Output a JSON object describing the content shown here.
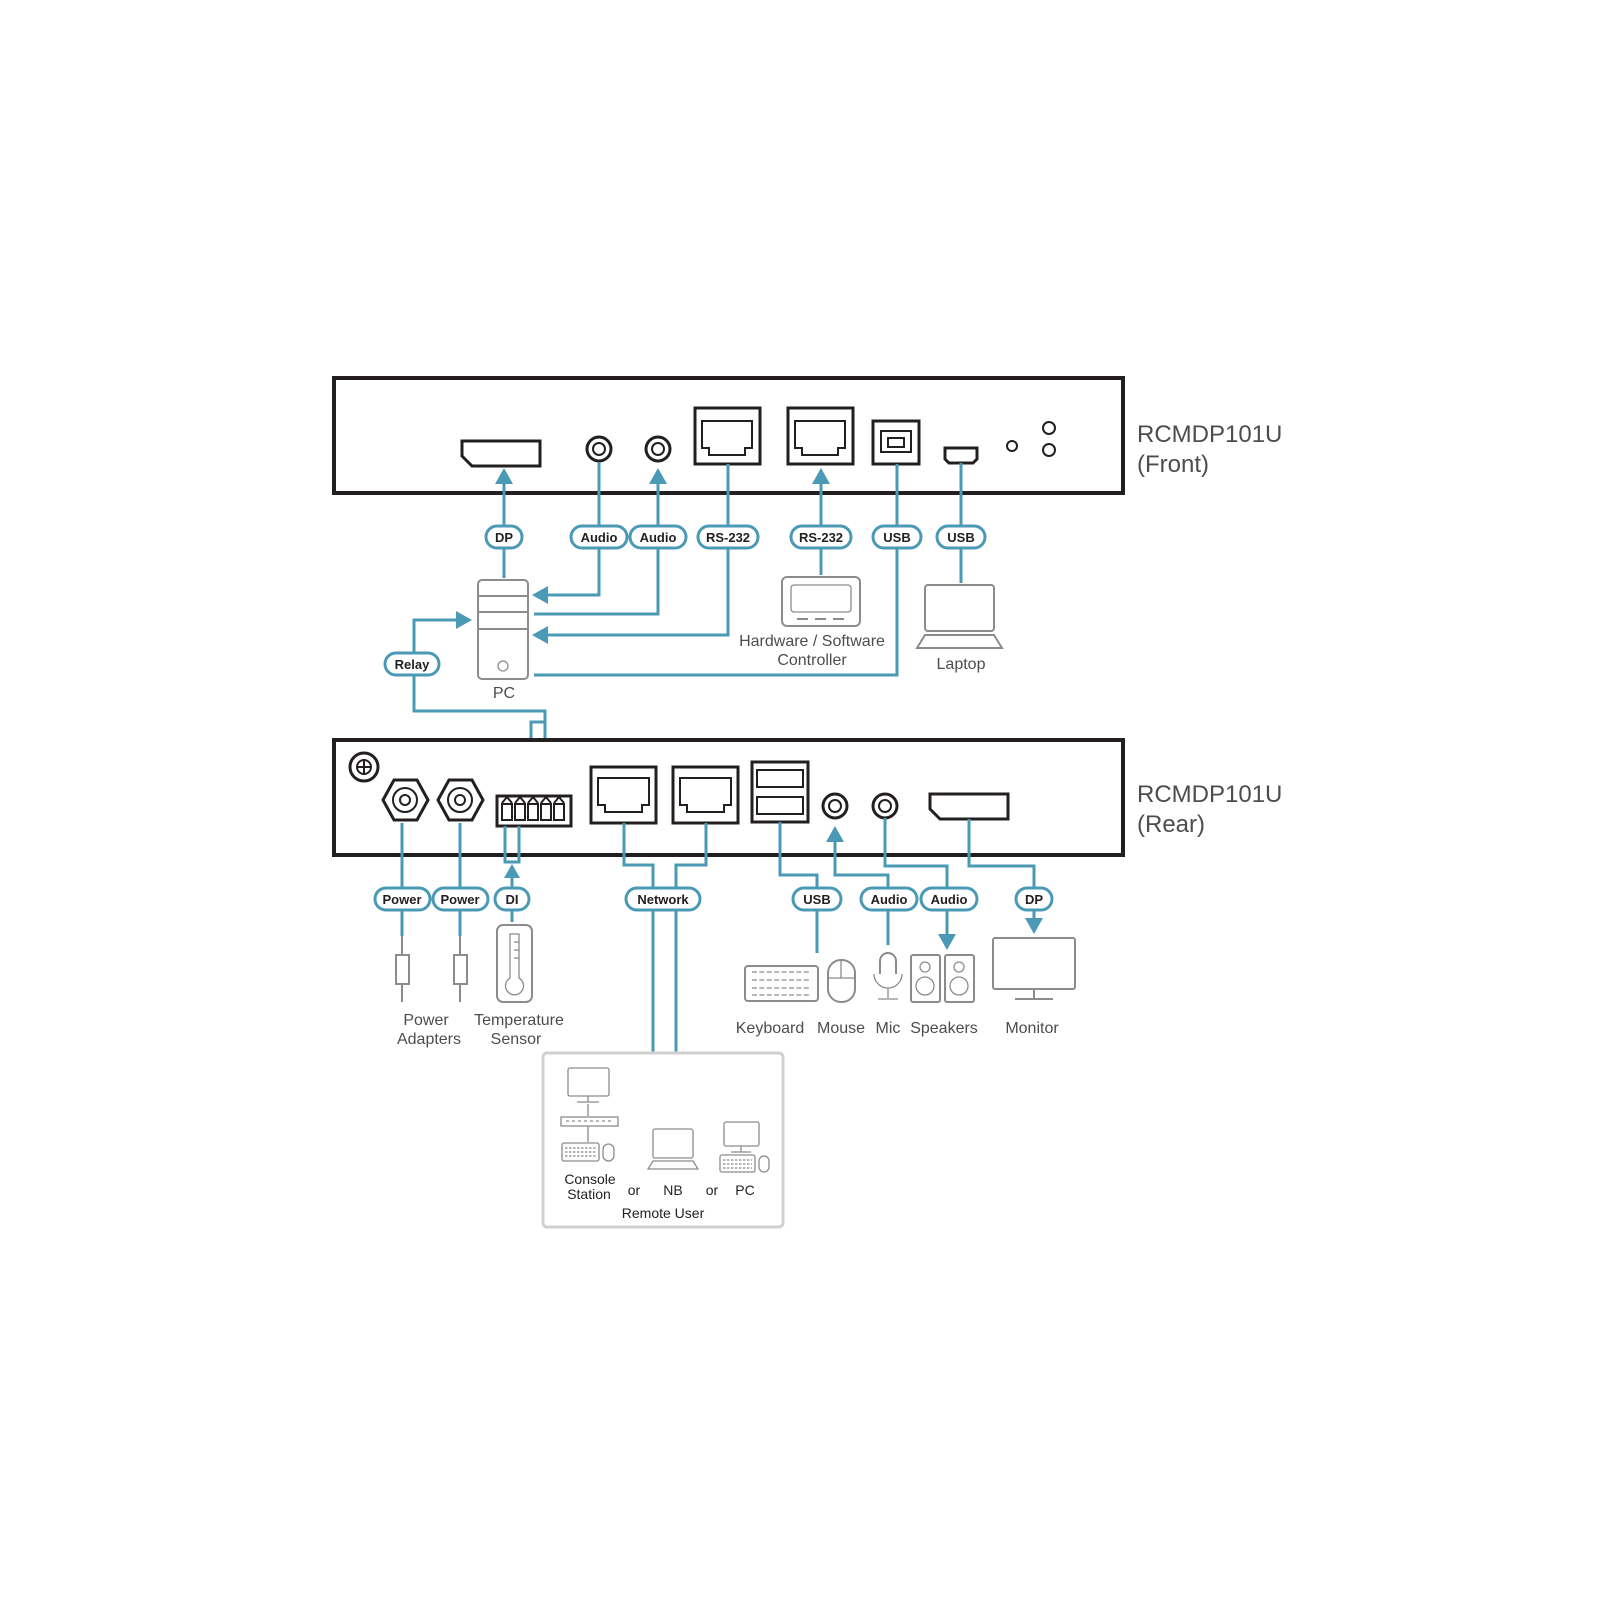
{
  "front_device": {
    "model": "RCMDP101U",
    "view": "(Front)"
  },
  "rear_device": {
    "model": "RCMDP101U",
    "view": "(Rear)"
  },
  "front_connections": {
    "dp": "DP",
    "audio_1": "Audio",
    "audio_2": "Audio",
    "rs232_1": "RS-232",
    "rs232_2": "RS-232",
    "usb_1": "USB",
    "usb_2": "USB",
    "relay": "Relay"
  },
  "rear_connections": {
    "power_1": "Power",
    "power_2": "Power",
    "di": "DI",
    "network": "Network",
    "usb": "USB",
    "audio_1": "Audio",
    "audio_2": "Audio",
    "dp": "DP"
  },
  "front_peripherals": {
    "pc": "PC",
    "controller_line1": "Hardware / Software",
    "controller_line2": "Controller",
    "laptop": "Laptop"
  },
  "rear_peripherals": {
    "power_line1": "Power",
    "power_line2": "Adapters",
    "temp_line1": "Temperature",
    "temp_line2": "Sensor",
    "keyboard": "Keyboard",
    "mouse": "Mouse",
    "mic": "Mic",
    "speakers": "Speakers",
    "monitor": "Monitor"
  },
  "remote_user": {
    "console_line1": "Console",
    "console_line2": "Station",
    "or_1": "or",
    "nb": "NB",
    "or_2": "or",
    "pc": "PC",
    "title": "Remote User"
  },
  "colors": {
    "cable": "#4b9ab5",
    "device_outline": "#231f20",
    "peripheral": "#8c8c8c"
  }
}
